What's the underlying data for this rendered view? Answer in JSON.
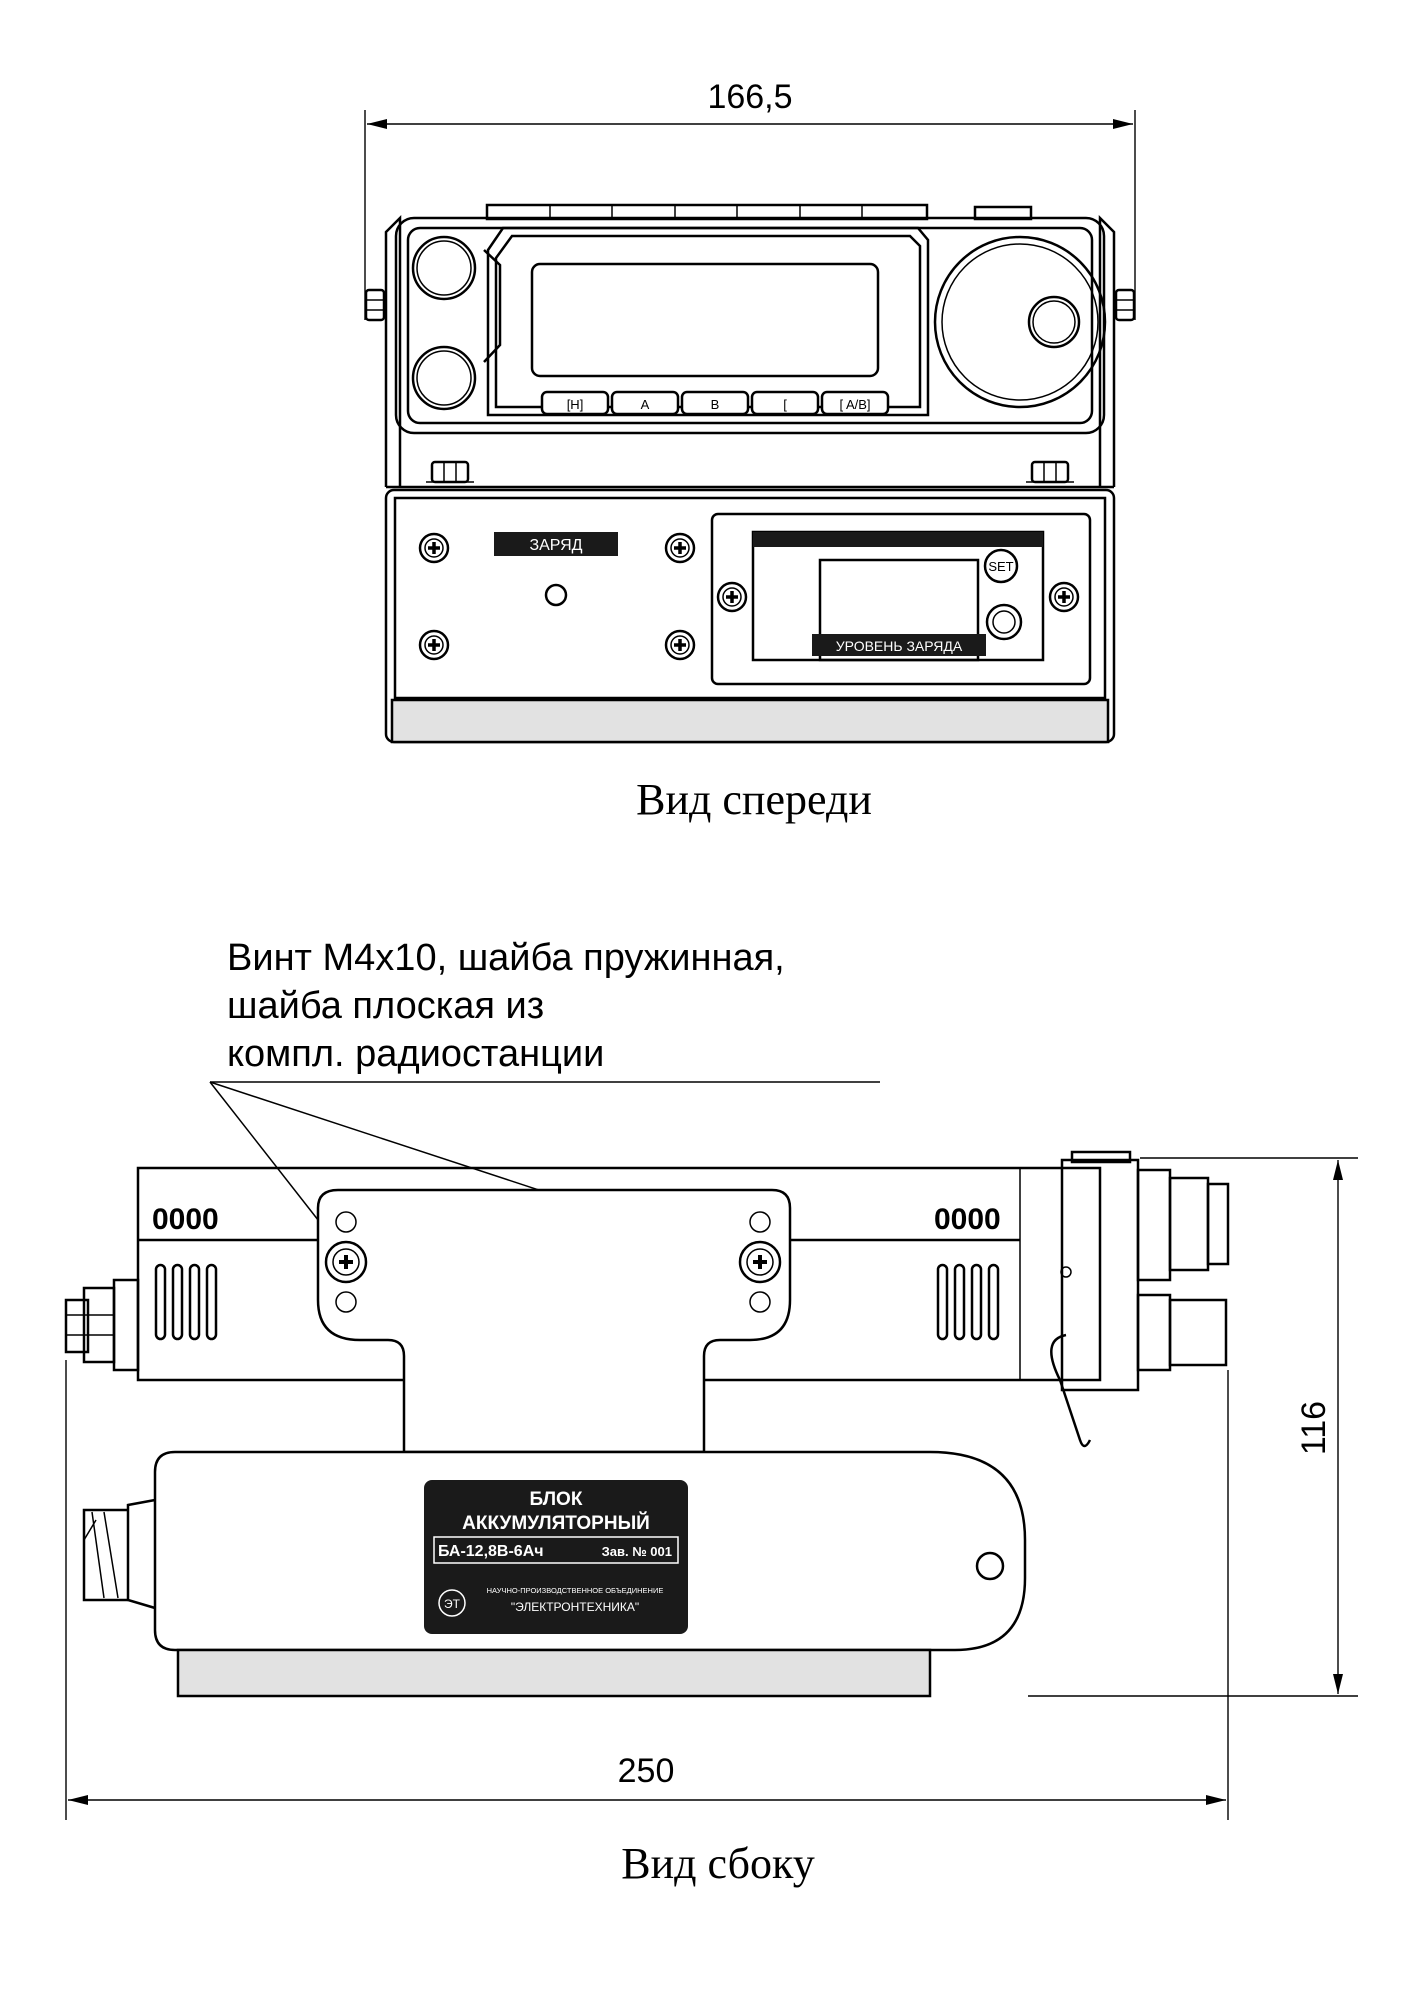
{
  "front_view": {
    "dimension_width": "166,5",
    "buttons": [
      "[H]",
      "A",
      "B",
      "[",
      "[ A/B]"
    ],
    "charge_label": "ЗАРЯД",
    "set_label": "SET",
    "charge_level_label": "УРОВЕНЬ ЗАРЯДА",
    "caption": "Вид спереди"
  },
  "side_view": {
    "note_line1": "Винт М4х10, шайба пружинная,",
    "note_line2": "шайба плоская из",
    "note_line3": "компл. радиостанции",
    "vent_label": "0000",
    "dimension_length": "250",
    "dimension_height": "116",
    "caption": "Вид сбоку"
  },
  "nameplate": {
    "line1": "БЛОК",
    "line2": "АККУМУЛЯТОРНЫЙ",
    "model": "БА-12,8В-6Ач",
    "serial": "Зав. № 001",
    "org_line": "НАУЧНО-ПРОИЗВОДСТВЕННОЕ ОБЪЕДИНЕНИЕ",
    "org_name": "\"ЭЛЕКТРОНТЕХНИКА\"",
    "logo": "ЭТ"
  }
}
